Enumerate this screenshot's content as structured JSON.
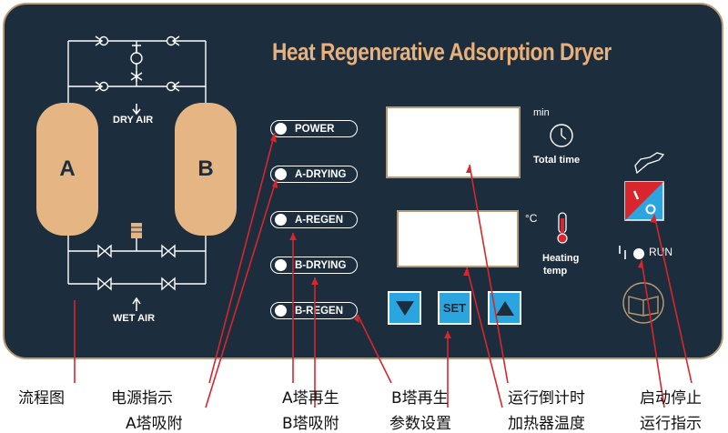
{
  "panel": {
    "title": "Heat Regenerative Adsorption Dryer",
    "tank_a": "A",
    "tank_b": "B",
    "dry_air_label": "DRY AIR",
    "wet_air_label": "WET AIR"
  },
  "indicators": [
    {
      "label": "POWER"
    },
    {
      "label": "A-DRYING"
    },
    {
      "label": "A-REGEN"
    },
    {
      "label": "B-DRYING"
    },
    {
      "label": "B-REGEN"
    }
  ],
  "displays": {
    "time_unit": "min",
    "time_label": "Total time",
    "temp_unit": "°C",
    "temp_label_line1": "Heating",
    "temp_label_line2": "temp"
  },
  "buttons": {
    "down_icon": "triangle-down-icon",
    "set_label": "SET",
    "up_icon": "triangle-up-icon"
  },
  "controls": {
    "run_label": "RUN",
    "start_stop_icon": "start-stop-switch-icon",
    "hand_icon": "hand-pointer-icon",
    "manual_icon": "open-book-icon",
    "clock_icon": "clock-icon",
    "thermometer_icon": "thermometer-icon"
  },
  "annotations": {
    "flow_chart": "流程图",
    "power_indicator": "电源指示",
    "a_adsorption": "A塔吸附",
    "a_regen": "A塔再生",
    "b_adsorption": "B塔吸附",
    "b_regen": "B塔再生",
    "param_setting": "参数设置",
    "countdown": "运行倒计时",
    "heater_temp": "加热器温度",
    "start_stop": "启动停止",
    "run_indicator": "运行指示"
  },
  "colors": {
    "panel_bg": "#1c2d3d",
    "border": "#b99a74",
    "title": "#e8b07a",
    "tank": "#e5b583",
    "button": "#2aa5e0",
    "switch_red": "#d8262c",
    "leader_line": "#d8262c"
  }
}
